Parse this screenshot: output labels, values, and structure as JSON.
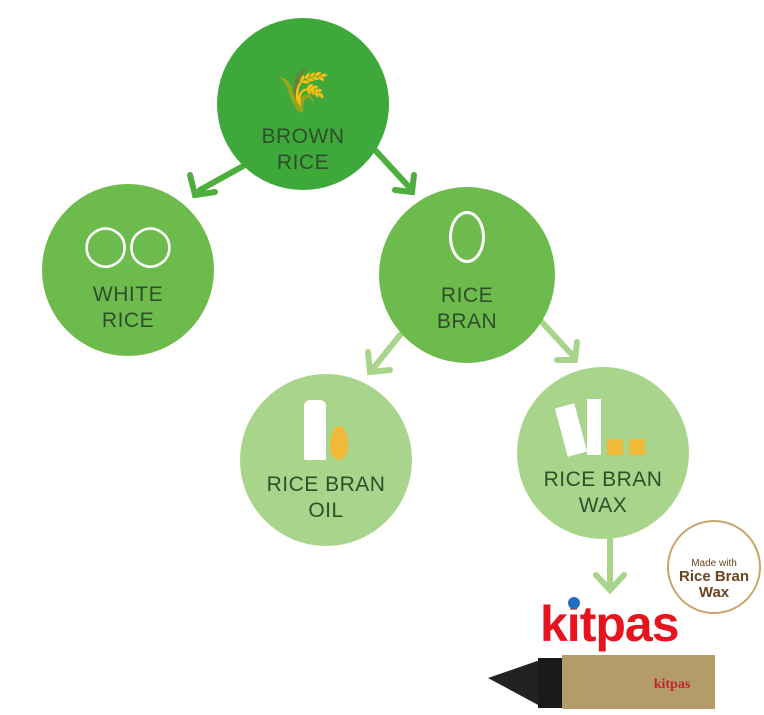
{
  "nodes": {
    "brown_rice": {
      "line1": "BROWN",
      "line2": "RICE",
      "icon": "rice-plant-icon"
    },
    "white_rice": {
      "line1": "WHITE",
      "line2": "RICE",
      "icon": "rice-bowl-icon"
    },
    "rice_bran": {
      "line1": "RICE",
      "line2": "BRAN",
      "icon": "rice-grain-icon"
    },
    "rice_bran_oil": {
      "line1": "RICE BRAN",
      "line2": "OIL",
      "icon": "oil-bottle-icon"
    },
    "rice_bran_wax": {
      "line1": "RICE BRAN",
      "line2": "WAX",
      "icon": "cosmetics-icon"
    }
  },
  "product": {
    "logo": "kitpas",
    "crayon_label": "kitpas"
  },
  "badge": {
    "small": "Made with",
    "line1": "Rice Bran",
    "line2": "Wax"
  },
  "colors": {
    "dark": "#3ea83a",
    "mid": "#6cbb4c",
    "light": "#a8d48c",
    "text": "#2f4f2a",
    "brand": "#e5141f"
  }
}
